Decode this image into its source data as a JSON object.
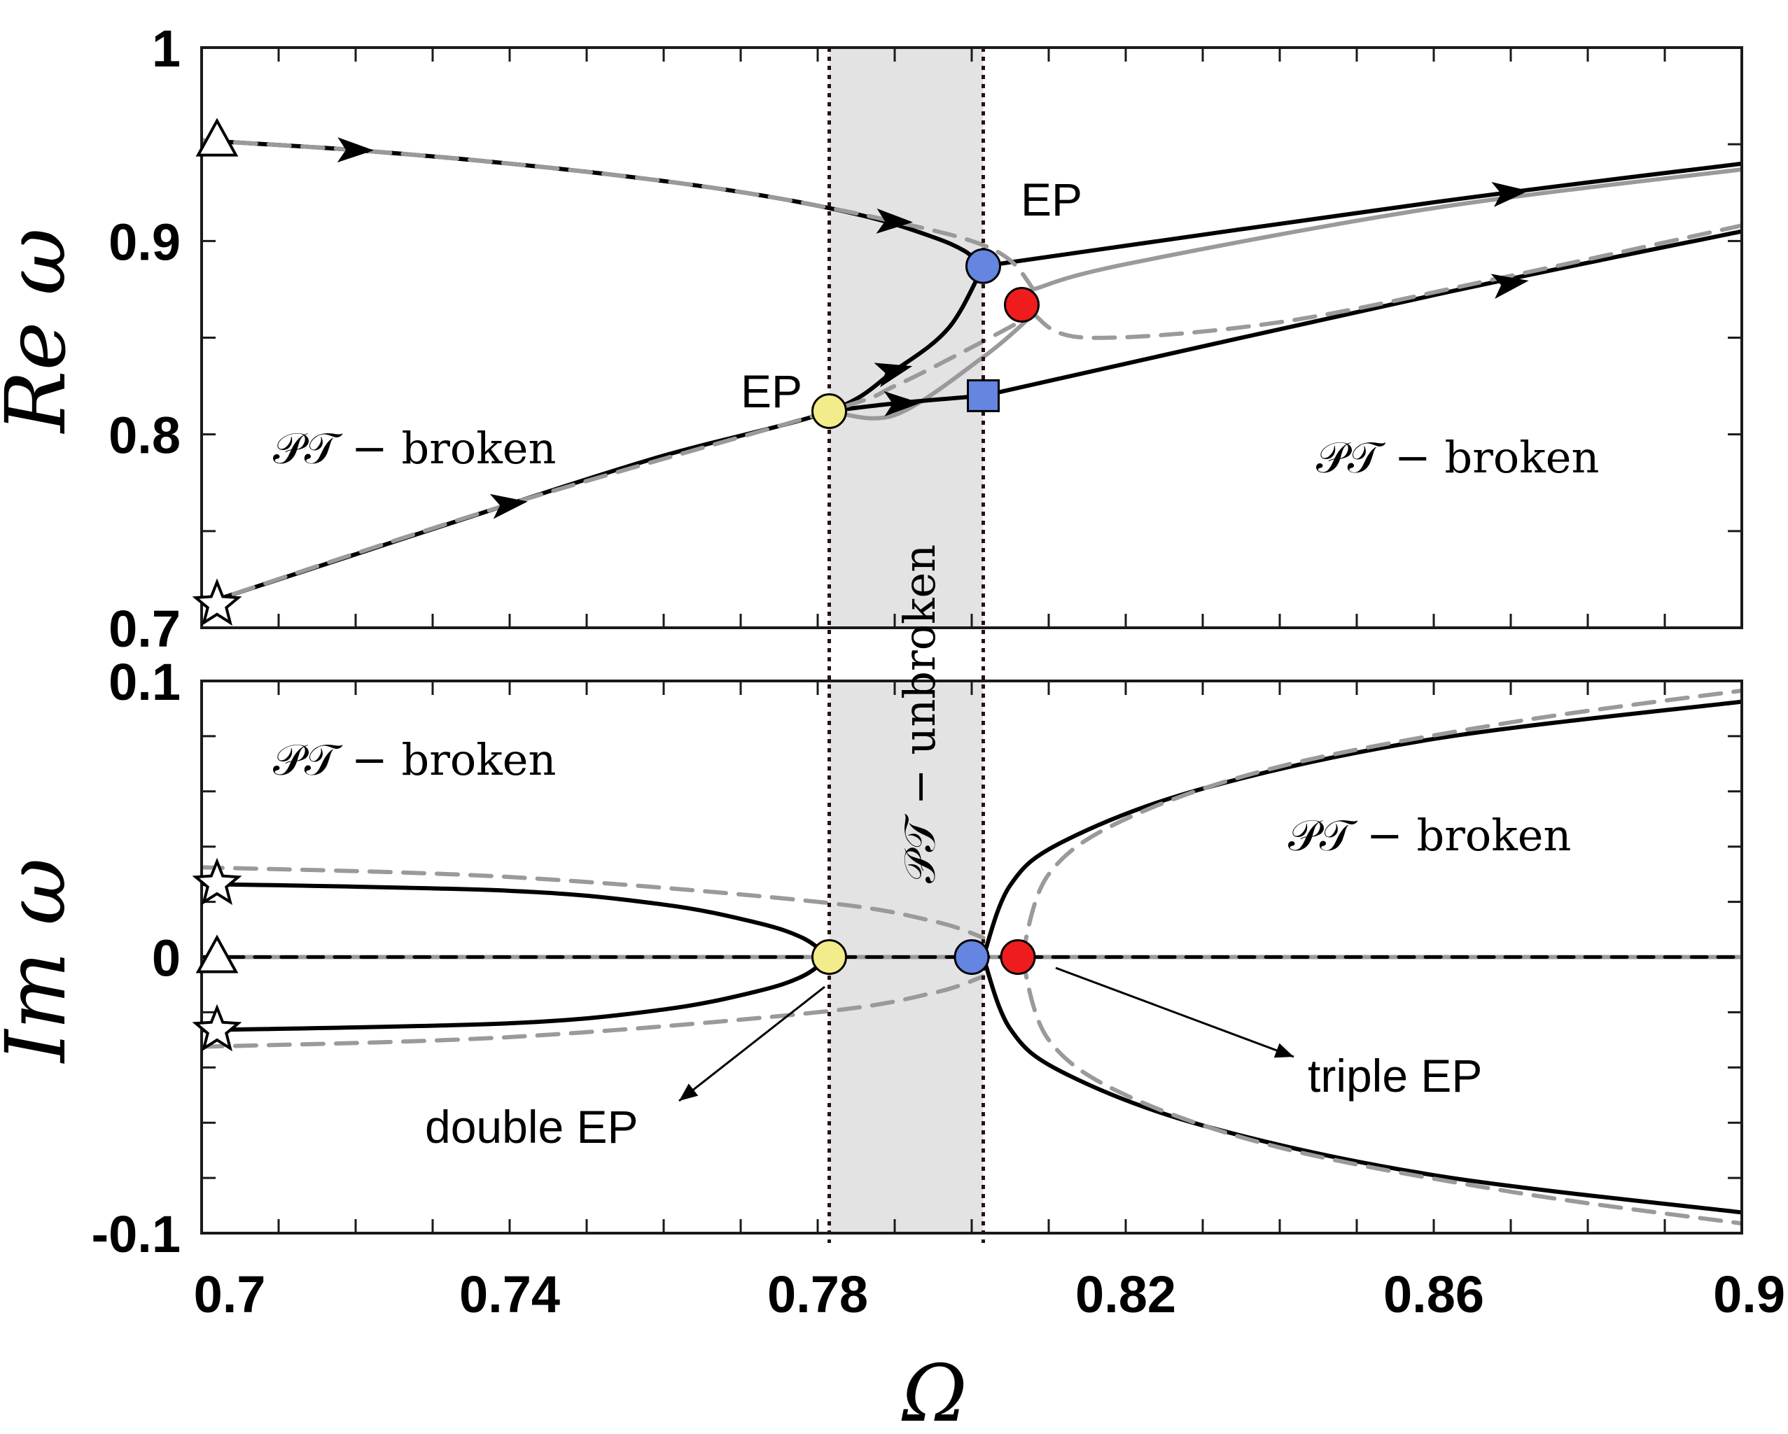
{
  "chart_data": [
    {
      "type": "line",
      "panel": "top",
      "ylabel": "Re ω",
      "xlim": [
        0.7,
        0.9
      ],
      "ylim": [
        0.7,
        1.0
      ],
      "yticks": [
        0.7,
        0.8,
        0.9,
        1.0
      ],
      "ytick_labels": [
        "0.7",
        "0.8",
        "0.9",
        "1"
      ],
      "shaded_region": [
        0.7815,
        0.8015
      ],
      "region_labels": [
        "𝒫𝒯 − broken",
        "𝒫𝒯 − broken"
      ],
      "annotations": [
        "EP",
        "EP"
      ],
      "series": [
        {
          "style": "black-solid",
          "x": [
            0.7,
            0.72,
            0.74,
            0.76,
            0.775,
            0.787,
            0.795,
            0.799,
            0.8015
          ],
          "y": [
            0.952,
            0.947,
            0.94,
            0.931,
            0.922,
            0.912,
            0.902,
            0.895,
            0.887
          ]
        },
        {
          "style": "black-solid",
          "x": [
            0.7,
            0.72,
            0.74,
            0.76,
            0.7815,
            0.79,
            0.797,
            0.8015
          ],
          "y": [
            0.712,
            0.738,
            0.764,
            0.789,
            0.812,
            0.833,
            0.855,
            0.887
          ]
        },
        {
          "style": "black-solid",
          "x": [
            0.7815,
            0.79,
            0.8015
          ],
          "y": [
            0.812,
            0.816,
            0.82
          ]
        },
        {
          "style": "black-solid",
          "x": [
            0.8015,
            0.86,
            0.9
          ],
          "y": [
            0.887,
            0.92,
            0.94
          ]
        },
        {
          "style": "black-solid",
          "x": [
            0.8015,
            0.86,
            0.9
          ],
          "y": [
            0.82,
            0.872,
            0.905
          ]
        },
        {
          "style": "gray-dashed",
          "x": [
            0.7,
            0.72,
            0.74,
            0.76,
            0.775,
            0.79,
            0.8,
            0.805,
            0.808
          ],
          "y": [
            0.952,
            0.947,
            0.94,
            0.931,
            0.922,
            0.91,
            0.9,
            0.89,
            0.875
          ]
        },
        {
          "style": "gray-dashed",
          "x": [
            0.7,
            0.74,
            0.7815,
            0.79,
            0.8,
            0.808
          ],
          "y": [
            0.712,
            0.764,
            0.812,
            0.825,
            0.845,
            0.862
          ]
        },
        {
          "style": "gray-dashed",
          "x": [
            0.808,
            0.815,
            0.84,
            0.87,
            0.9
          ],
          "y": [
            0.862,
            0.85,
            0.858,
            0.882,
            0.908
          ]
        },
        {
          "style": "gray-solid",
          "x": [
            0.808,
            0.82,
            0.86,
            0.9
          ],
          "y": [
            0.875,
            0.888,
            0.917,
            0.937
          ]
        },
        {
          "style": "gray-solid",
          "x": [
            0.7815,
            0.79,
            0.8015,
            0.808
          ],
          "y": [
            0.812,
            0.81,
            0.84,
            0.862
          ]
        }
      ],
      "markers": [
        {
          "shape": "triangle",
          "color": "#ffffff",
          "x": 0.702,
          "y": 0.952
        },
        {
          "shape": "star",
          "color": "#ffffff",
          "x": 0.702,
          "y": 0.712
        },
        {
          "shape": "circle",
          "color": "#f3ec8a",
          "x": 0.7815,
          "y": 0.812
        },
        {
          "shape": "circle",
          "color": "#6485e0",
          "x": 0.8015,
          "y": 0.887
        },
        {
          "shape": "circle",
          "color": "#ee1c1c",
          "x": 0.8065,
          "y": 0.867
        },
        {
          "shape": "square",
          "color": "#6485e0",
          "x": 0.8015,
          "y": 0.82
        }
      ]
    },
    {
      "type": "line",
      "panel": "bottom",
      "ylabel": "Im ω",
      "xlabel": "Ω",
      "xlim": [
        0.7,
        0.9
      ],
      "ylim": [
        -0.1,
        0.1
      ],
      "xticks": [
        0.7,
        0.74,
        0.78,
        0.82,
        0.86,
        0.9
      ],
      "xtick_labels": [
        "0.7",
        "0.74",
        "0.78",
        "0.82",
        "0.86",
        "0.9"
      ],
      "yticks": [
        -0.1,
        0.0,
        0.1
      ],
      "ytick_labels": [
        "-0.1",
        "0",
        "0.1"
      ],
      "shaded_region": [
        0.7815,
        0.8015
      ],
      "shaded_label": "𝒫𝒯 − unbroken",
      "region_labels": [
        "𝒫𝒯 − broken",
        "𝒫𝒯 − broken"
      ],
      "annotations": [
        "double EP",
        "triple EP"
      ],
      "series": [
        {
          "style": "black-solid",
          "x": [
            0.7,
            0.74,
            0.76,
            0.772,
            0.778,
            0.7815
          ],
          "y": [
            0.0265,
            0.024,
            0.019,
            0.0125,
            0.007,
            0.0
          ]
        },
        {
          "style": "black-solid",
          "x": [
            0.7,
            0.74,
            0.76,
            0.772,
            0.778,
            0.7815
          ],
          "y": [
            -0.0265,
            -0.024,
            -0.019,
            -0.0125,
            -0.007,
            0.0
          ]
        },
        {
          "style": "black-solid",
          "x": [
            0.8015,
            0.805,
            0.812,
            0.83,
            0.86,
            0.9
          ],
          "y": [
            0.0,
            0.026,
            0.042,
            0.061,
            0.079,
            0.0925
          ]
        },
        {
          "style": "black-solid",
          "x": [
            0.8015,
            0.805,
            0.812,
            0.83,
            0.86,
            0.9
          ],
          "y": [
            0.0,
            -0.026,
            -0.042,
            -0.061,
            -0.079,
            -0.0925
          ]
        },
        {
          "style": "black-dashed",
          "x": [
            0.7,
            0.9
          ],
          "y": [
            0.0,
            0.0
          ]
        },
        {
          "style": "gray-solid",
          "x": [
            0.7,
            0.9
          ],
          "y": [
            0.0,
            0.0
          ]
        },
        {
          "style": "gray-dashed",
          "x": [
            0.7,
            0.74,
            0.78,
            0.795,
            0.8015
          ],
          "y": [
            0.0325,
            0.029,
            0.02,
            0.013,
            0.007
          ]
        },
        {
          "style": "gray-dashed",
          "x": [
            0.7,
            0.74,
            0.78,
            0.795,
            0.8015
          ],
          "y": [
            -0.0325,
            -0.029,
            -0.02,
            -0.013,
            -0.007
          ]
        },
        {
          "style": "gray-dashed",
          "x": [
            0.8065,
            0.81,
            0.82,
            0.84,
            0.87,
            0.9
          ],
          "y": [
            0.0,
            0.03,
            0.05,
            0.069,
            0.085,
            0.0965
          ]
        },
        {
          "style": "gray-dashed",
          "x": [
            0.8065,
            0.81,
            0.82,
            0.84,
            0.87,
            0.9
          ],
          "y": [
            0.0,
            -0.03,
            -0.05,
            -0.069,
            -0.085,
            -0.0965
          ]
        }
      ],
      "markers": [
        {
          "shape": "star",
          "color": "#ffffff",
          "x": 0.702,
          "y": 0.0265
        },
        {
          "shape": "triangle",
          "color": "#ffffff",
          "x": 0.702,
          "y": 0.0
        },
        {
          "shape": "star",
          "color": "#ffffff",
          "x": 0.702,
          "y": -0.0265
        },
        {
          "shape": "circle",
          "color": "#f3ec8a",
          "x": 0.7815,
          "y": 0.0
        },
        {
          "shape": "circle",
          "color": "#6485e0",
          "x": 0.8,
          "y": 0.0
        },
        {
          "shape": "circle",
          "color": "#ee1c1c",
          "x": 0.806,
          "y": 0.0
        }
      ]
    }
  ],
  "labels": {
    "top_ylabel": "Re ω",
    "bottom_ylabel": "Im ω",
    "xlabel": "Ω",
    "top_left_region": "𝒫𝒯 − broken",
    "top_right_region": "𝒫𝒯 − broken",
    "bottom_left_region": "𝒫𝒯 − broken",
    "bottom_right_region": "𝒫𝒯 − broken",
    "unbroken_region": "𝒫𝒯 − unbroken",
    "ep_upper": "EP",
    "ep_lower": "EP",
    "double_ep": "double EP",
    "triple_ep": "triple EP"
  },
  "colors": {
    "shade": "#e3e3e3",
    "black_line": "#000000",
    "gray_line": "#9a9a9a",
    "yellow_ep": "#f3ec8a",
    "blue_ep": "#6485e0",
    "red_ep": "#ee1c1c"
  }
}
